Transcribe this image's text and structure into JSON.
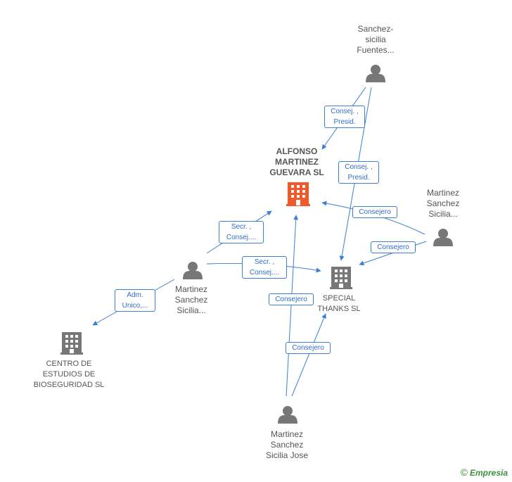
{
  "colors": {
    "edge": "#3a7fd5",
    "node_gray": "#777777",
    "node_main": "#f0592a",
    "brand": "#3d8f3d"
  },
  "nodes": {
    "main_company": {
      "label": "ALFONSO\nMARTINEZ\nGUEVARA SL",
      "icon": "building-icon"
    },
    "special_thanks": {
      "label": "SPECIAL\nTHANKS SL",
      "icon": "building-icon"
    },
    "centro": {
      "label": "CENTRO DE\nESTUDIOS DE\nBIOSEGURIDAD SL",
      "icon": "building-icon"
    },
    "person_top": {
      "label": "Sanchez-\nsicilia\nFuentes...",
      "icon": "person-icon"
    },
    "person_right": {
      "label": "Martinez\nSanchez\nSicilia...",
      "icon": "person-icon"
    },
    "person_left": {
      "label": "Martinez\nSanchez\nSicilia...",
      "icon": "person-icon"
    },
    "person_bottom": {
      "label": "Martinez\nSanchez\nSicilia Jose",
      "icon": "person-icon"
    }
  },
  "edges": [
    {
      "id": "top_main",
      "label": "Consej. ,\nPresid."
    },
    {
      "id": "top_special",
      "label": "Consej. ,\nPresid."
    },
    {
      "id": "right_main",
      "label": "Consejero"
    },
    {
      "id": "right_special",
      "label": "Consejero"
    },
    {
      "id": "left_main",
      "label": "Secr. ,\nConsej...."
    },
    {
      "id": "left_special",
      "label": "Secr. ,\nConsej...."
    },
    {
      "id": "left_centro",
      "label": "Adm.\nUnico,..."
    },
    {
      "id": "bottom_main",
      "label": "Consejero"
    },
    {
      "id": "bottom_special",
      "label": "Consejero"
    }
  ],
  "footer": {
    "copyright": "©",
    "brand": "Empresia"
  }
}
